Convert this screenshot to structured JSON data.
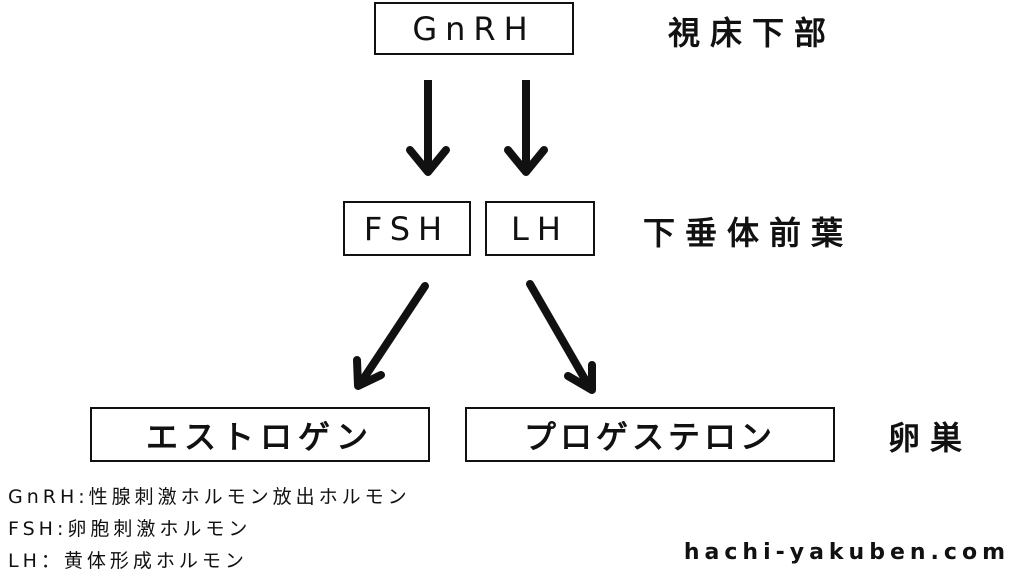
{
  "hypothalamus": {
    "hormone": "GnRH",
    "organ": "視床下部"
  },
  "pituitary": {
    "hormone_fsh": "FSH",
    "hormone_lh": "LH",
    "organ": "下垂体前葉"
  },
  "ovary": {
    "hormone_estrogen": "エストロゲン",
    "hormone_progesterone": "プロゲステロン",
    "organ": "卵巣"
  },
  "legend": [
    "GnRH:性腺刺激ホルモン放出ホルモン",
    "FSH:卵胞刺激ホルモン",
    "LH：黄体形成ホルモン"
  ],
  "site": "hachi-yakuben.com",
  "colors": {
    "ink": "#111111",
    "background": "#ffffff"
  }
}
